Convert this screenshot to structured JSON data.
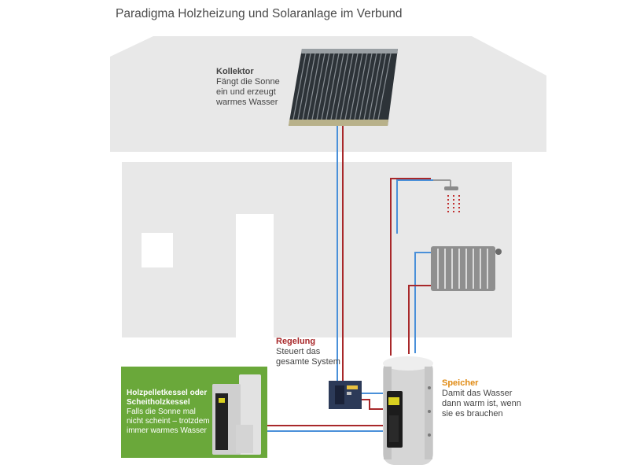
{
  "title": "Paradigma Holzheizung und Solaranlage im Verbund",
  "kollektor": {
    "heading": "Kollektor",
    "lines": [
      "Fängt die Sonne",
      "ein und erzeugt",
      "warmes Wasser"
    ]
  },
  "regelung": {
    "heading": "Regelung",
    "lines": [
      "Steuert das",
      "gesamte System"
    ]
  },
  "speicher": {
    "heading": "Speicher",
    "lines": [
      "Damit das Wasser",
      "dann  warm ist, wenn",
      "sie es brauchen"
    ]
  },
  "kessel": {
    "heading_lines": [
      "Holzpelletkessel oder",
      "Scheitholzkessel"
    ],
    "lines": [
      "Falls die Sonne mal",
      "nicht scheint – trotzdem",
      "immer warmes Wasser"
    ]
  },
  "colors": {
    "house": "#e8e8e8",
    "hot_pipe": "#a8282a",
    "cold_pipe": "#4a90d9",
    "green_panel": "#6aa83a",
    "speicher_accent": "#e08a12"
  }
}
